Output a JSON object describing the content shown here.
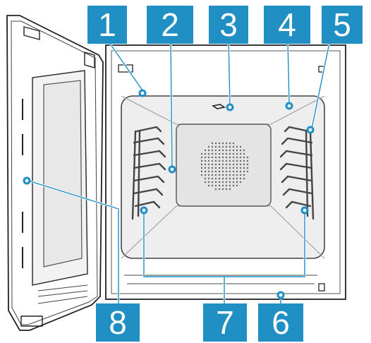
{
  "callouts": [
    {
      "id": "1",
      "label": "1"
    },
    {
      "id": "2",
      "label": "2"
    },
    {
      "id": "3",
      "label": "3"
    },
    {
      "id": "4",
      "label": "4"
    },
    {
      "id": "5",
      "label": "5"
    },
    {
      "id": "6",
      "label": "6"
    },
    {
      "id": "7",
      "label": "7"
    },
    {
      "id": "8",
      "label": "8"
    }
  ],
  "colors": {
    "badge": "#1f8fc4",
    "badge_text": "#ffffff",
    "cavity_fill": "#eeeeee",
    "line": "#222222"
  }
}
